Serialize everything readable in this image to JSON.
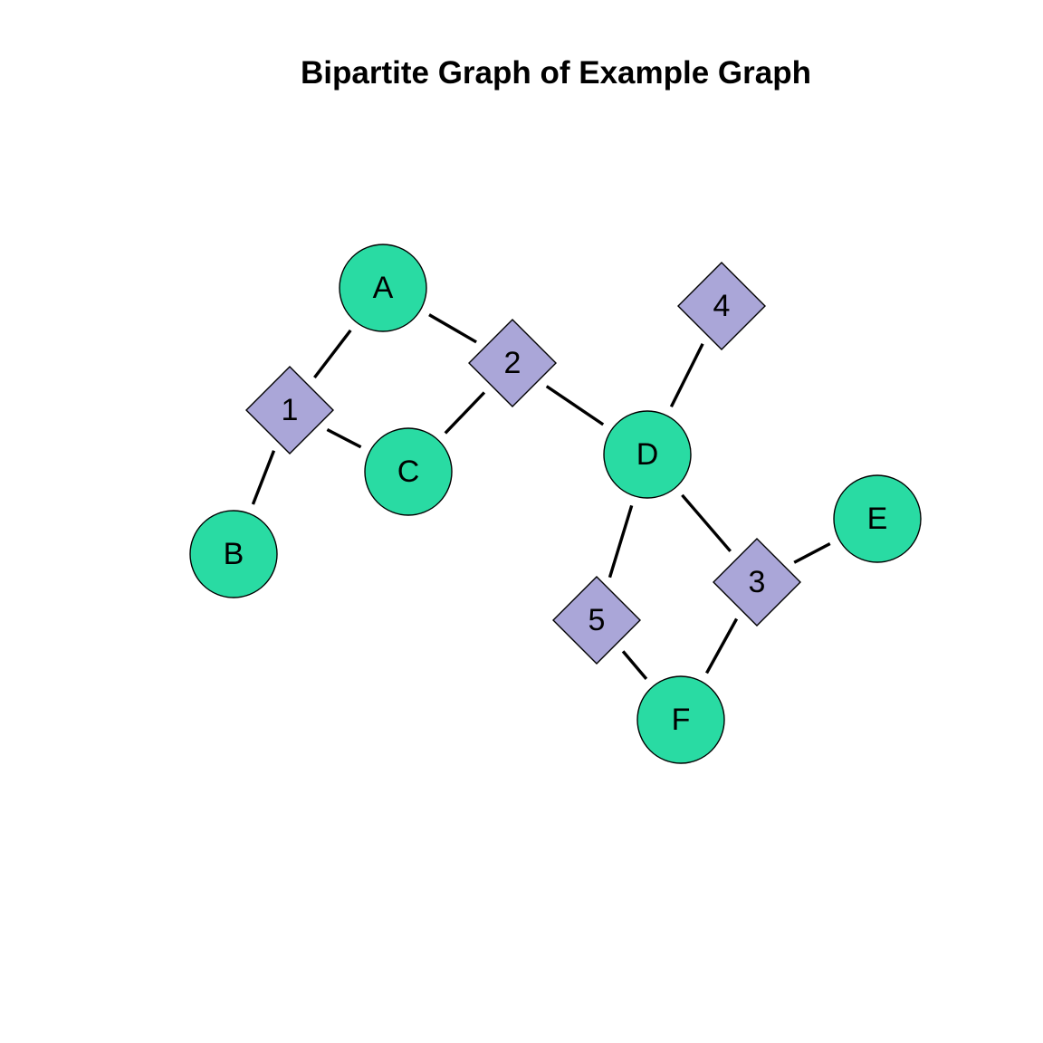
{
  "title": "Bipartite Graph of Example Graph",
  "colors": {
    "circle_fill": "#29DBA3",
    "diamond_fill": "#AAA6D8",
    "edge": "#000000",
    "background": "#FFFFFF"
  },
  "nodes": [
    {
      "id": "A",
      "label": "A",
      "shape": "circle"
    },
    {
      "id": "B",
      "label": "B",
      "shape": "circle"
    },
    {
      "id": "C",
      "label": "C",
      "shape": "circle"
    },
    {
      "id": "D",
      "label": "D",
      "shape": "circle"
    },
    {
      "id": "E",
      "label": "E",
      "shape": "circle"
    },
    {
      "id": "F",
      "label": "F",
      "shape": "circle"
    },
    {
      "id": "1",
      "label": "1",
      "shape": "diamond"
    },
    {
      "id": "2",
      "label": "2",
      "shape": "diamond"
    },
    {
      "id": "3",
      "label": "3",
      "shape": "diamond"
    },
    {
      "id": "4",
      "label": "4",
      "shape": "diamond"
    },
    {
      "id": "5",
      "label": "5",
      "shape": "diamond"
    }
  ],
  "edges": [
    {
      "from": "A",
      "to": "1"
    },
    {
      "from": "A",
      "to": "2"
    },
    {
      "from": "B",
      "to": "1"
    },
    {
      "from": "C",
      "to": "1"
    },
    {
      "from": "C",
      "to": "2"
    },
    {
      "from": "D",
      "to": "2"
    },
    {
      "from": "D",
      "to": "4"
    },
    {
      "from": "D",
      "to": "3"
    },
    {
      "from": "D",
      "to": "5"
    },
    {
      "from": "E",
      "to": "3"
    },
    {
      "from": "F",
      "to": "3"
    },
    {
      "from": "F",
      "to": "5"
    }
  ]
}
